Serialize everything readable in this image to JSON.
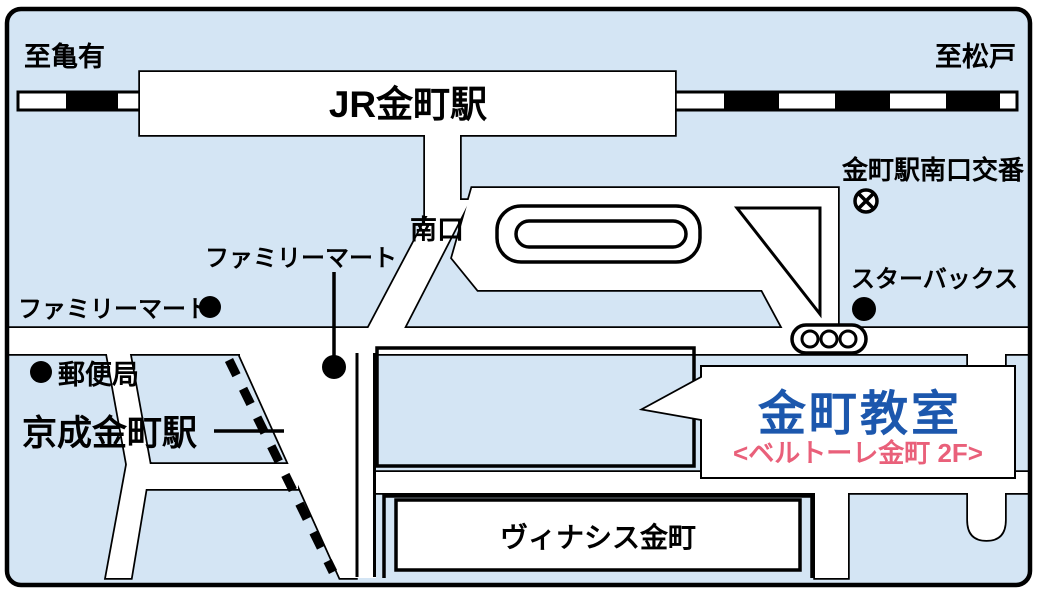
{
  "colors": {
    "background": "#d4e5f4",
    "road": "#ffffff",
    "line": "#000000",
    "building_pink": "#e56e8b",
    "callout_title_blue": "#1c57ad",
    "callout_subtitle_pink": "#e9607a"
  },
  "railway": {
    "to_left": "至亀有",
    "to_right": "至松戸",
    "station": "JR金町駅"
  },
  "map": {
    "south_exit": "南口",
    "police_box": "金町駅南口交番",
    "starbucks": "スターバックス",
    "family_mart_upper": "ファミリーマート",
    "family_mart_lower": "ファミリーマート",
    "post_office": "郵便局",
    "keisei_station": "京成金町駅",
    "vinacis": "ヴィナシス金町"
  },
  "callout": {
    "title": "金町教室",
    "subtitle": "<ベルトーレ金町 2F>"
  }
}
